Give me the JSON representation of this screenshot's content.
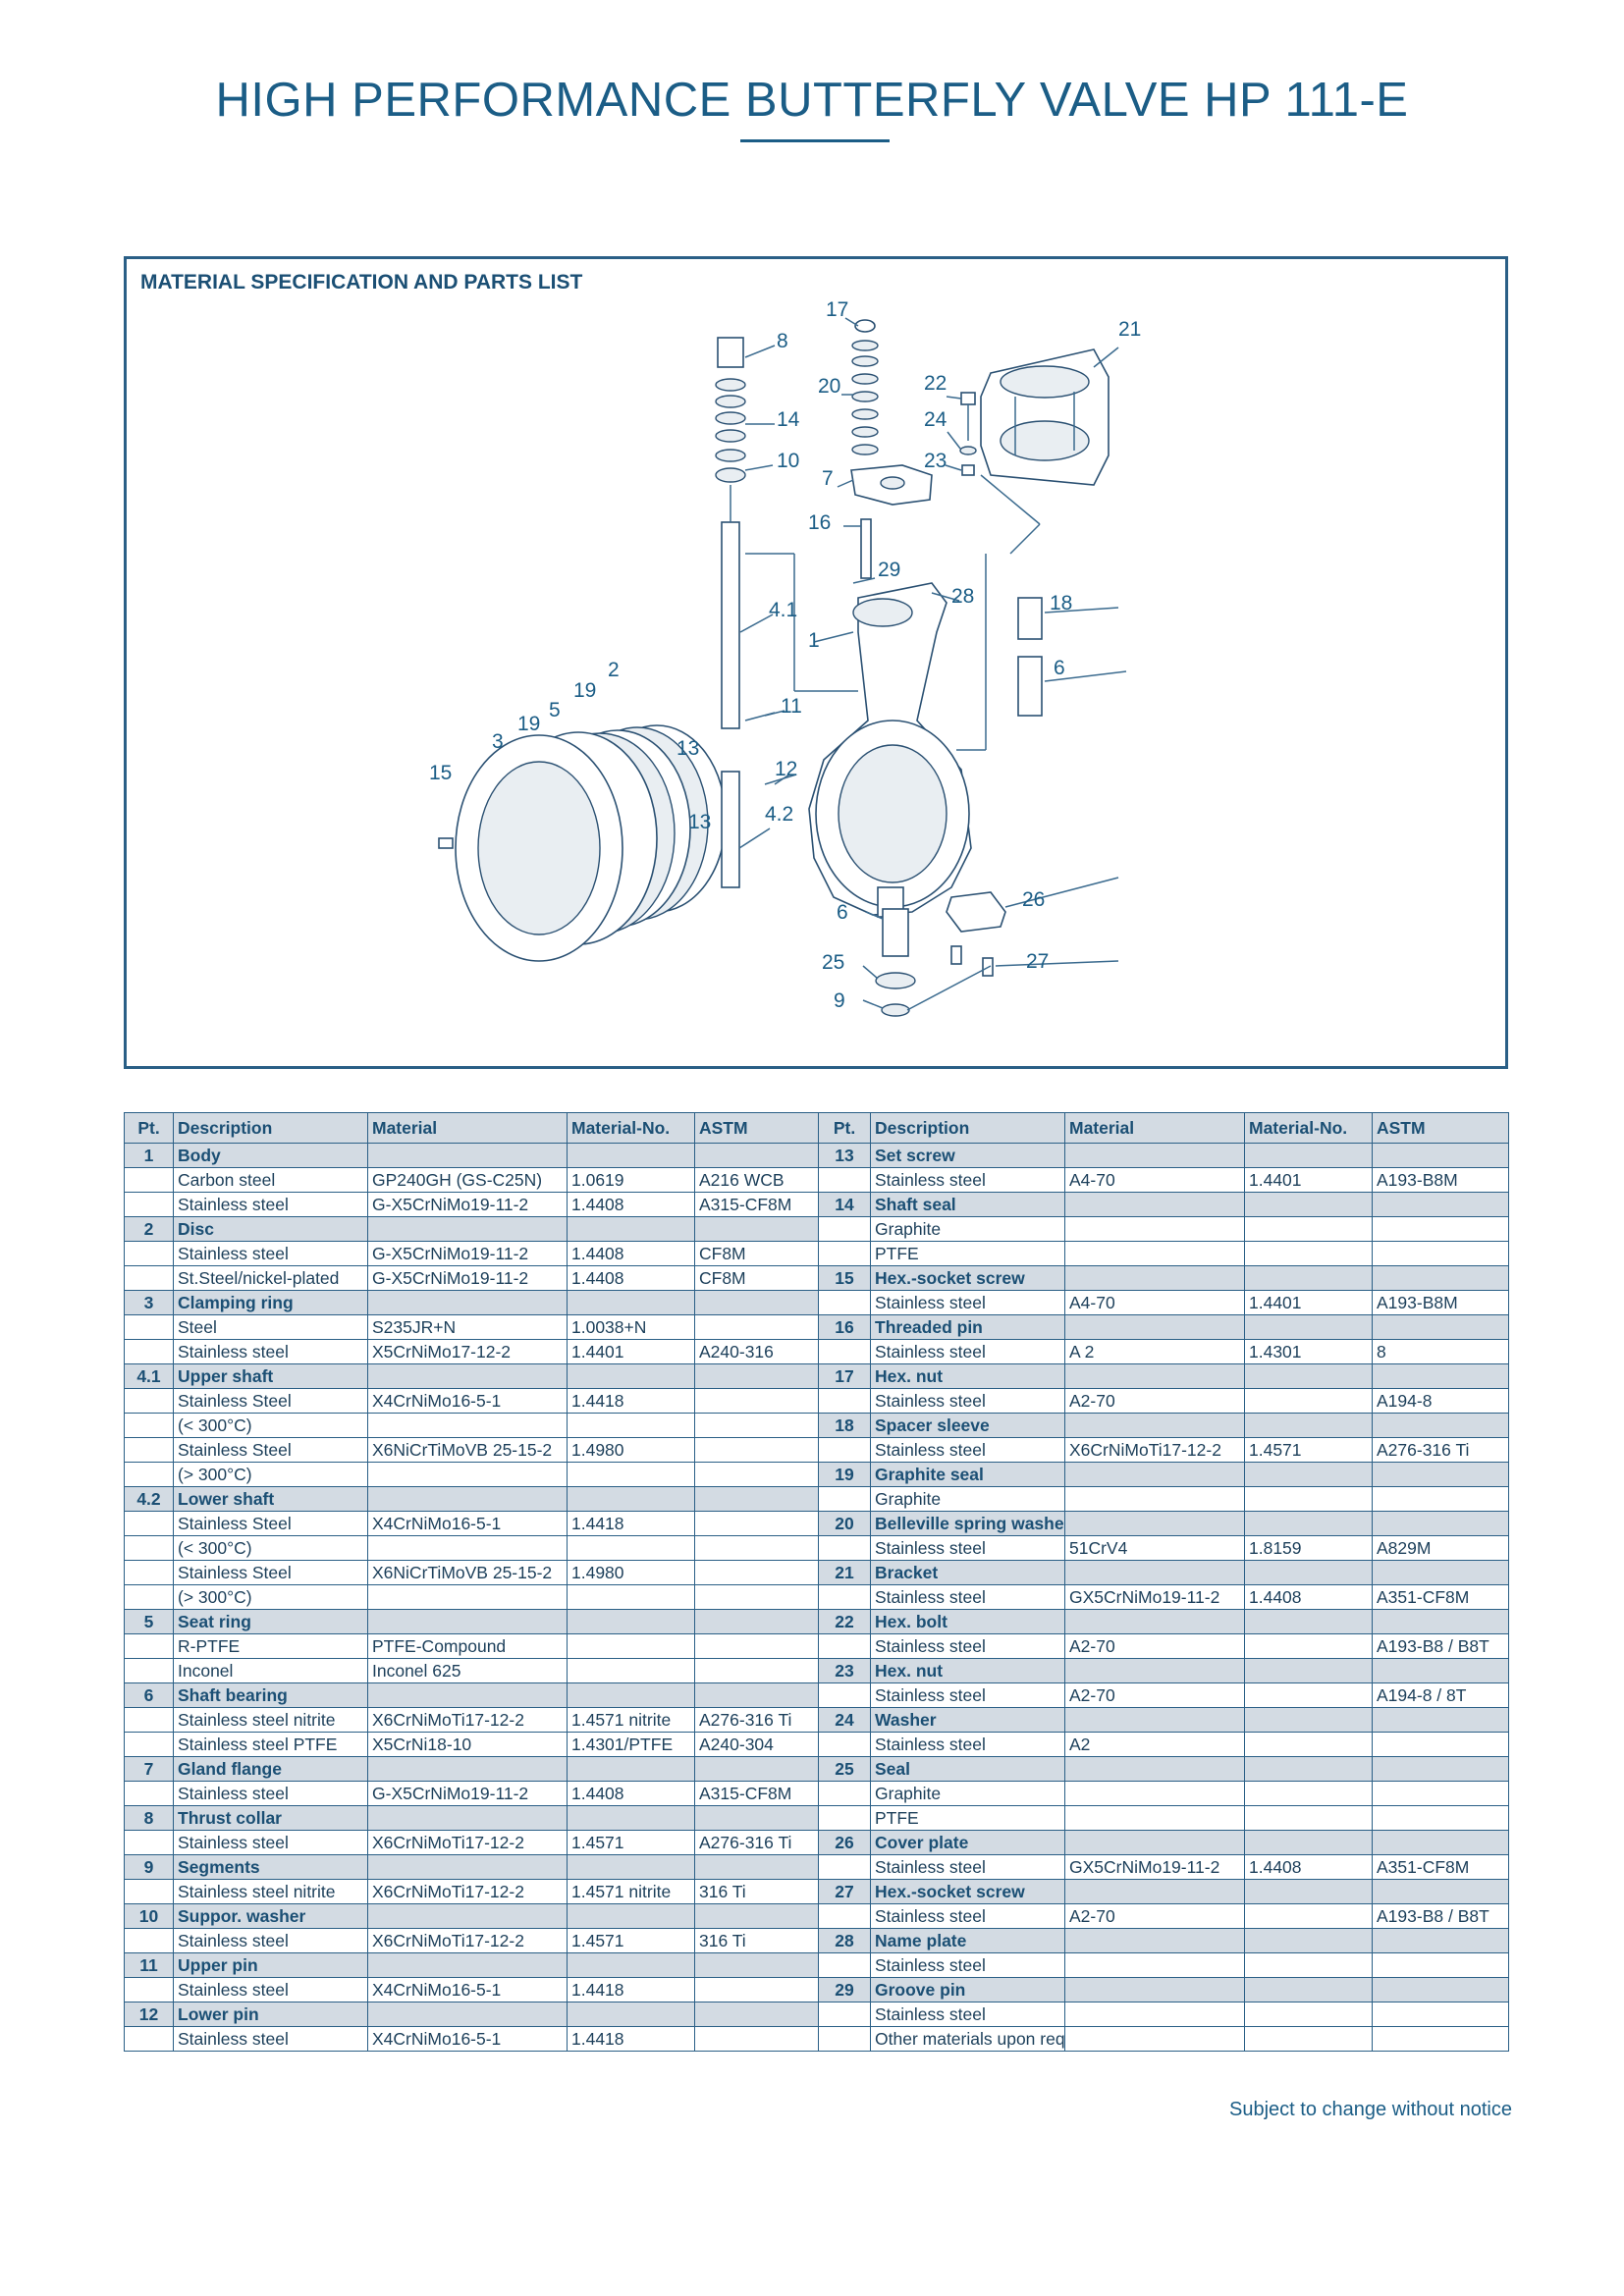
{
  "page": {
    "title": "HIGH PERFORMANCE BUTTERFLY VALVE HP 111-E",
    "footnote": "Subject to change without notice"
  },
  "spec": {
    "heading": "MATERIAL SPECIFICATION AND PARTS LIST",
    "callouts": [
      "17",
      "8",
      "21",
      "20",
      "22",
      "14",
      "24",
      "10",
      "23",
      "7",
      "16",
      "29",
      "28",
      "18",
      "4.1",
      "1",
      "6",
      "2",
      "19",
      "5",
      "19",
      "3",
      "11",
      "13",
      "15",
      "12",
      "13",
      "4.2",
      "26",
      "6",
      "25",
      "27",
      "9"
    ]
  },
  "table": {
    "headers": [
      "Pt.",
      "Description",
      "Material",
      "Material-No.",
      "ASTM"
    ],
    "left": [
      {
        "g": true,
        "pt": "1",
        "desc": "Body",
        "mat": "",
        "no": "",
        "astm": ""
      },
      {
        "g": false,
        "pt": "",
        "desc": "Carbon steel",
        "mat": "GP240GH (GS-C25N)",
        "no": "1.0619",
        "astm": "A216 WCB"
      },
      {
        "g": false,
        "pt": "",
        "desc": "Stainless steel",
        "mat": "G-X5CrNiMo19-11-2",
        "no": "1.4408",
        "astm": "A315-CF8M"
      },
      {
        "g": true,
        "pt": "2",
        "desc": "Disc",
        "mat": "",
        "no": "",
        "astm": ""
      },
      {
        "g": false,
        "pt": "",
        "desc": "Stainless steel",
        "mat": "G-X5CrNiMo19-11-2",
        "no": "1.4408",
        "astm": "CF8M"
      },
      {
        "g": false,
        "pt": "",
        "desc": "St.Steel/nickel-plated",
        "mat": "G-X5CrNiMo19-11-2",
        "no": "1.4408",
        "astm": "CF8M"
      },
      {
        "g": true,
        "pt": "3",
        "desc": "Clamping ring",
        "mat": "",
        "no": "",
        "astm": ""
      },
      {
        "g": false,
        "pt": "",
        "desc": "Steel",
        "mat": "S235JR+N",
        "no": "1.0038+N",
        "astm": ""
      },
      {
        "g": false,
        "pt": "",
        "desc": "Stainless steel",
        "mat": "X5CrNiMo17-12-2",
        "no": "1.4401",
        "astm": "A240-316"
      },
      {
        "g": true,
        "pt": "4.1",
        "desc": "Upper shaft",
        "mat": "",
        "no": "",
        "astm": ""
      },
      {
        "g": false,
        "pt": "",
        "desc": "Stainless Steel",
        "mat": "X4CrNiMo16-5-1",
        "no": "1.4418",
        "astm": ""
      },
      {
        "g": false,
        "pt": "",
        "desc": "(< 300°C)",
        "mat": "",
        "no": "",
        "astm": ""
      },
      {
        "g": false,
        "pt": "",
        "desc": "Stainless Steel",
        "mat": "X6NiCrTiMoVB 25-15-2",
        "no": "1.4980",
        "astm": ""
      },
      {
        "g": false,
        "pt": "",
        "desc": "(> 300°C)",
        "mat": "",
        "no": "",
        "astm": ""
      },
      {
        "g": true,
        "pt": "4.2",
        "desc": "Lower shaft",
        "mat": "",
        "no": "",
        "astm": ""
      },
      {
        "g": false,
        "pt": "",
        "desc": "Stainless Steel",
        "mat": "X4CrNiMo16-5-1",
        "no": "1.4418",
        "astm": ""
      },
      {
        "g": false,
        "pt": "",
        "desc": "(< 300°C)",
        "mat": "",
        "no": "",
        "astm": ""
      },
      {
        "g": false,
        "pt": "",
        "desc": "Stainless Steel",
        "mat": "X6NiCrTiMoVB 25-15-2",
        "no": "1.4980",
        "astm": ""
      },
      {
        "g": false,
        "pt": "",
        "desc": "(> 300°C)",
        "mat": "",
        "no": "",
        "astm": ""
      },
      {
        "g": true,
        "pt": "5",
        "desc": "Seat ring",
        "mat": "",
        "no": "",
        "astm": ""
      },
      {
        "g": false,
        "pt": "",
        "desc": "R-PTFE",
        "mat": "PTFE-Compound",
        "no": "",
        "astm": ""
      },
      {
        "g": false,
        "pt": "",
        "desc": "Inconel",
        "mat": "Inconel 625",
        "no": "",
        "astm": ""
      },
      {
        "g": true,
        "pt": "6",
        "desc": "Shaft bearing",
        "mat": "",
        "no": "",
        "astm": ""
      },
      {
        "g": false,
        "pt": "",
        "desc": "Stainless steel nitrite",
        "mat": "X6CrNiMoTi17-12-2",
        "no": "1.4571 nitrite",
        "astm": "A276-316 Ti"
      },
      {
        "g": false,
        "pt": "",
        "desc": "Stainless steel PTFE",
        "mat": "X5CrNi18-10",
        "no": "1.4301/PTFE",
        "astm": "A240-304"
      },
      {
        "g": true,
        "pt": "7",
        "desc": "Gland flange",
        "mat": "",
        "no": "",
        "astm": ""
      },
      {
        "g": false,
        "pt": "",
        "desc": "Stainless steel",
        "mat": "G-X5CrNiMo19-11-2",
        "no": "1.4408",
        "astm": "A315-CF8M"
      },
      {
        "g": true,
        "pt": "8",
        "desc": "Thrust collar",
        "mat": "",
        "no": "",
        "astm": ""
      },
      {
        "g": false,
        "pt": "",
        "desc": "Stainless steel",
        "mat": "X6CrNiMoTi17-12-2",
        "no": "1.4571",
        "astm": "A276-316 Ti"
      },
      {
        "g": true,
        "pt": "9",
        "desc": "Segments",
        "mat": "",
        "no": "",
        "astm": ""
      },
      {
        "g": false,
        "pt": "",
        "desc": "Stainless steel nitrite",
        "mat": "X6CrNiMoTi17-12-2",
        "no": "1.4571 nitrite",
        "astm": "316 Ti"
      },
      {
        "g": true,
        "pt": "10",
        "desc": "Suppor. washer",
        "mat": "",
        "no": "",
        "astm": ""
      },
      {
        "g": false,
        "pt": "",
        "desc": "Stainless steel",
        "mat": "X6CrNiMoTi17-12-2",
        "no": "1.4571",
        "astm": "316 Ti"
      },
      {
        "g": true,
        "pt": "11",
        "desc": "Upper pin",
        "mat": "",
        "no": "",
        "astm": ""
      },
      {
        "g": false,
        "pt": "",
        "desc": "Stainless steel",
        "mat": "X4CrNiMo16-5-1",
        "no": "1.4418",
        "astm": ""
      },
      {
        "g": true,
        "pt": "12",
        "desc": "Lower pin",
        "mat": "",
        "no": "",
        "astm": ""
      },
      {
        "g": false,
        "pt": "",
        "desc": "Stainless steel",
        "mat": "X4CrNiMo16-5-1",
        "no": "1.4418",
        "astm": ""
      }
    ],
    "right": [
      {
        "g": true,
        "pt": "13",
        "desc": "Set screw",
        "mat": "",
        "no": "",
        "astm": ""
      },
      {
        "g": false,
        "pt": "",
        "desc": "Stainless steel",
        "mat": "A4-70",
        "no": "1.4401",
        "astm": "A193-B8M"
      },
      {
        "g": true,
        "pt": "14",
        "desc": "Shaft seal",
        "mat": "",
        "no": "",
        "astm": ""
      },
      {
        "g": false,
        "pt": "",
        "desc": "Graphite",
        "mat": "",
        "no": "",
        "astm": ""
      },
      {
        "g": false,
        "pt": "",
        "desc": "PTFE",
        "mat": "",
        "no": "",
        "astm": ""
      },
      {
        "g": true,
        "pt": "15",
        "desc": "Hex.-socket screw",
        "mat": "",
        "no": "",
        "astm": ""
      },
      {
        "g": false,
        "pt": "",
        "desc": "Stainless steel",
        "mat": "A4-70",
        "no": "1.4401",
        "astm": "A193-B8M"
      },
      {
        "g": true,
        "pt": "16",
        "desc": "Threaded pin",
        "mat": "",
        "no": "",
        "astm": ""
      },
      {
        "g": false,
        "pt": "",
        "desc": "Stainless steel",
        "mat": "A 2",
        "no": "1.4301",
        "astm": "8"
      },
      {
        "g": true,
        "pt": "17",
        "desc": "Hex. nut",
        "mat": "",
        "no": "",
        "astm": ""
      },
      {
        "g": false,
        "pt": "",
        "desc": "Stainless steel",
        "mat": "A2-70",
        "no": "",
        "astm": "A194-8"
      },
      {
        "g": true,
        "pt": "18",
        "desc": "Spacer sleeve",
        "mat": "",
        "no": "",
        "astm": ""
      },
      {
        "g": false,
        "pt": "",
        "desc": "Stainless steel",
        "mat": "X6CrNiMoTi17-12-2",
        "no": "1.4571",
        "astm": "A276-316 Ti"
      },
      {
        "g": true,
        "pt": "19",
        "desc": "Graphite seal",
        "mat": "",
        "no": "",
        "astm": ""
      },
      {
        "g": false,
        "pt": "",
        "desc": "Graphite",
        "mat": "",
        "no": "",
        "astm": ""
      },
      {
        "g": true,
        "pt": "20",
        "desc": "Belleville spring washer",
        "mat": "",
        "no": "",
        "astm": ""
      },
      {
        "g": false,
        "pt": "",
        "desc": "Stainless steel",
        "mat": "51CrV4",
        "no": "1.8159",
        "astm": "A829M"
      },
      {
        "g": true,
        "pt": "21",
        "desc": "Bracket",
        "mat": "",
        "no": "",
        "astm": ""
      },
      {
        "g": false,
        "pt": "",
        "desc": "Stainless steel",
        "mat": "GX5CrNiMo19-11-2",
        "no": "1.4408",
        "astm": "A351-CF8M"
      },
      {
        "g": true,
        "pt": "22",
        "desc": "Hex. bolt",
        "mat": "",
        "no": "",
        "astm": ""
      },
      {
        "g": false,
        "pt": "",
        "desc": "Stainless steel",
        "mat": "A2-70",
        "no": "",
        "astm": "A193-B8 / B8T"
      },
      {
        "g": true,
        "pt": "23",
        "desc": "Hex. nut",
        "mat": "",
        "no": "",
        "astm": ""
      },
      {
        "g": false,
        "pt": "",
        "desc": "Stainless steel",
        "mat": "A2-70",
        "no": "",
        "astm": "A194-8 / 8T"
      },
      {
        "g": true,
        "pt": "24",
        "desc": "Washer",
        "mat": "",
        "no": "",
        "astm": ""
      },
      {
        "g": false,
        "pt": "",
        "desc": "Stainless steel",
        "mat": "A2",
        "no": "",
        "astm": ""
      },
      {
        "g": true,
        "pt": "25",
        "desc": "Seal",
        "mat": "",
        "no": "",
        "astm": ""
      },
      {
        "g": false,
        "pt": "",
        "desc": "Graphite",
        "mat": "",
        "no": "",
        "astm": ""
      },
      {
        "g": false,
        "pt": "",
        "desc": "PTFE",
        "mat": "",
        "no": "",
        "astm": ""
      },
      {
        "g": true,
        "pt": "26",
        "desc": "Cover plate",
        "mat": "",
        "no": "",
        "astm": ""
      },
      {
        "g": false,
        "pt": "",
        "desc": "Stainless steel",
        "mat": "GX5CrNiMo19-11-2",
        "no": "1.4408",
        "astm": "A351-CF8M"
      },
      {
        "g": true,
        "pt": "27",
        "desc": "Hex.-socket screw",
        "mat": "",
        "no": "",
        "astm": ""
      },
      {
        "g": false,
        "pt": "",
        "desc": "Stainless steel",
        "mat": "A2-70",
        "no": "",
        "astm": "A193-B8 / B8T"
      },
      {
        "g": true,
        "pt": "28",
        "desc": "Name plate",
        "mat": "",
        "no": "",
        "astm": ""
      },
      {
        "g": false,
        "pt": "",
        "desc": "Stainless steel",
        "mat": "",
        "no": "",
        "astm": ""
      },
      {
        "g": true,
        "pt": "29",
        "desc": "Groove pin",
        "mat": "",
        "no": "",
        "astm": ""
      },
      {
        "g": false,
        "pt": "",
        "desc": "Stainless steel",
        "mat": "",
        "no": "",
        "astm": ""
      },
      {
        "g": false,
        "pt": "",
        "desc": "Other materials upon request",
        "mat": "",
        "no": "",
        "astm": ""
      }
    ]
  }
}
